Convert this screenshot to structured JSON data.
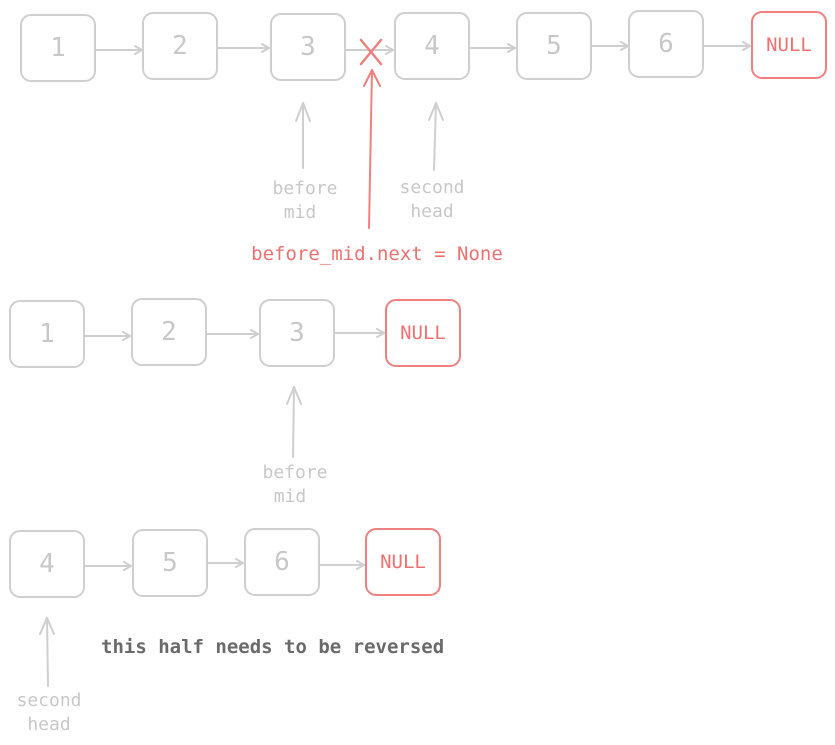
{
  "lists": {
    "original": {
      "nodes": [
        "1",
        "2",
        "3",
        "4",
        "5",
        "6"
      ],
      "terminator": "NULL"
    },
    "first_half": {
      "nodes": [
        "1",
        "2",
        "3"
      ],
      "terminator": "NULL"
    },
    "second_half": {
      "nodes": [
        "4",
        "5",
        "6"
      ],
      "terminator": "NULL"
    }
  },
  "labels": {
    "before_mid_line1": "before",
    "before_mid_line2": "mid",
    "second_head_line1": "second",
    "second_head_line2": "head",
    "break_code": "before_mid.next = None",
    "reverse_note": "this half needs to be reversed"
  },
  "colors": {
    "node_stroke": "#cfcfcf",
    "null_stroke": "#f08080",
    "accent_red": "#f07070",
    "note_text": "#6a6a6a"
  }
}
